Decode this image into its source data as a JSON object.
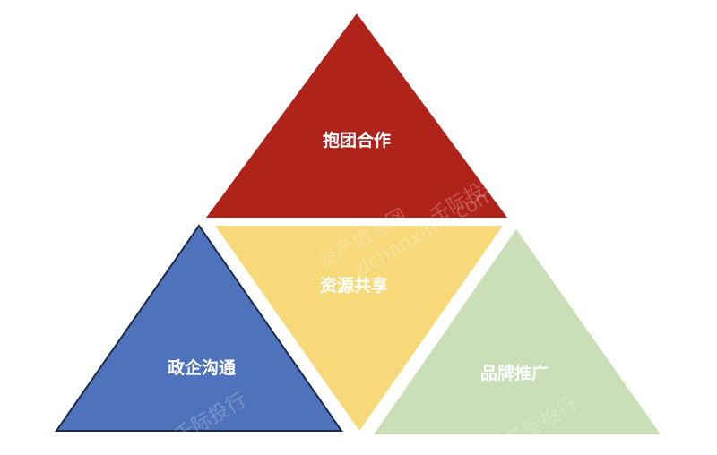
{
  "diagram": {
    "triangles": [
      {
        "label": "抱团合作",
        "color": "#b0231a"
      },
      {
        "label": "资源共享",
        "color": "#f7d97a"
      },
      {
        "label": "政企沟通",
        "color": "#4f72bd"
      },
      {
        "label": "品牌推广",
        "color": "#cadfb8"
      }
    ],
    "outline_color": "#1a2a4a"
  },
  "watermarks": [
    "资产信息网",
    "千际投行",
    "zichanxinxi.com"
  ]
}
